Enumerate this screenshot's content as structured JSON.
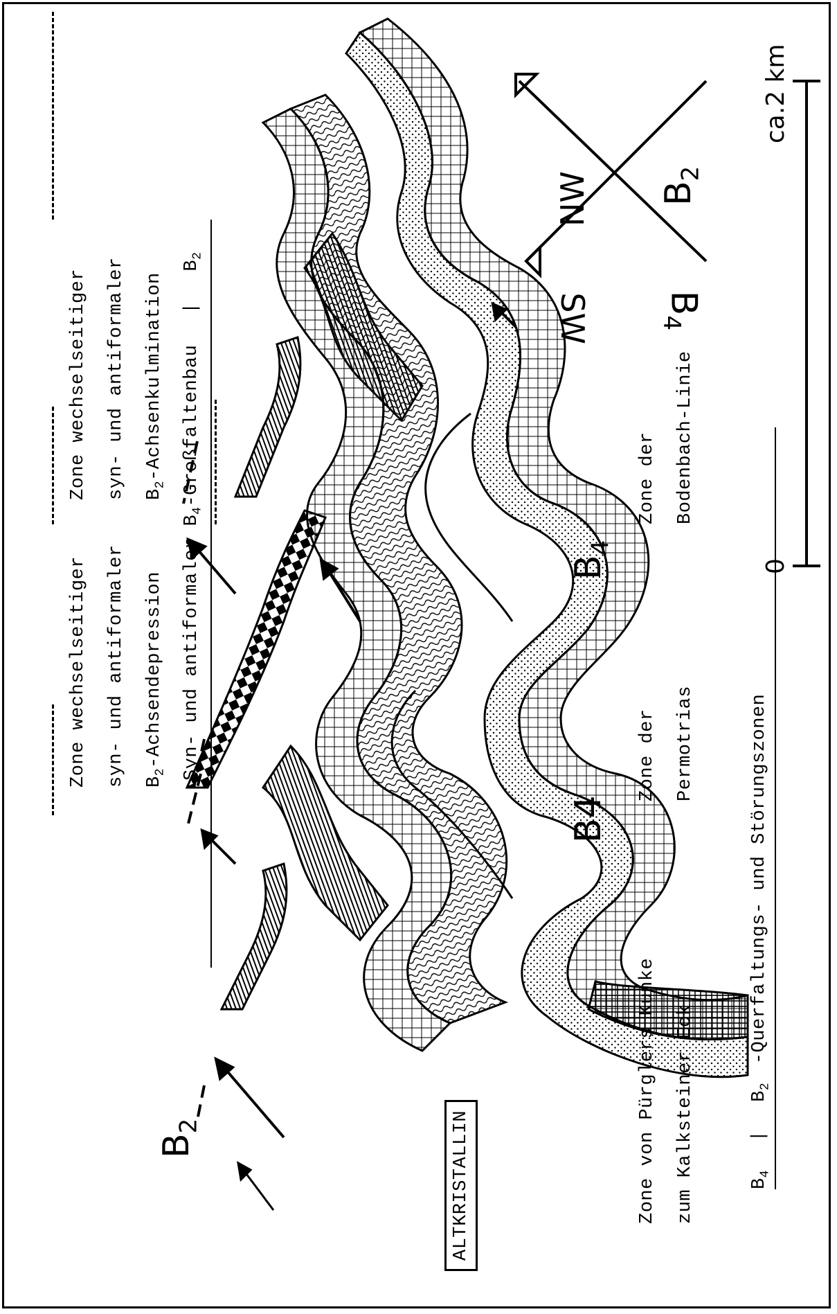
{
  "labels": {
    "z1_l1": "Zone wechselseitiger",
    "z1_l2": "syn- und antiformaler",
    "z1_l3_pre": "B",
    "z1_l3_sub": "2",
    "z1_l3_post": "-Achsendepression",
    "z2_l1": "Zone wechselseitiger",
    "z2_l2": "syn- und antiformaler",
    "z2_l3_pre": "B",
    "z2_l3_sub": "2",
    "z2_l3_post": "-Achsenkulmination",
    "synanti_pre": "Syn- und antiformaler B",
    "synanti_sub": "4",
    "synanti_mid": "-Großfaltenbau",
    "synanti_perp": "|",
    "synanti_b": "B",
    "synanti_b_sub": "2",
    "zone_pk_l1": "Zone von Pürglers Kunke",
    "zone_pk_l2": "zum Kalksteiner Eck",
    "zone_perm_l1": "Zone der",
    "zone_perm_l2": "Permotrias",
    "zone_bod_l1": "Zone der",
    "zone_bod_l2": "Bodenbach-Linie",
    "bottom_b4": "B",
    "bottom_b4_sub": "4",
    "bottom_perp": "|",
    "bottom_b2": "B",
    "bottom_b2_sub": "2",
    "bottom_rest": "-Querfaltungs- und Störungszonen",
    "altkristallin": "ALTKRISTALLIN",
    "arrow_b2": "B",
    "arrow_b2_sub": "2",
    "arrow_b4_1": "B4",
    "arrow_b4_2": "B",
    "arrow_b4_2_sub": "4"
  },
  "compass": {
    "nw": "NW",
    "sw": "SW",
    "b2": "B",
    "b2_sub": "2",
    "b4": "B",
    "b4_sub": "4"
  },
  "scale": {
    "zero": "0",
    "label": "ca.2 km"
  }
}
